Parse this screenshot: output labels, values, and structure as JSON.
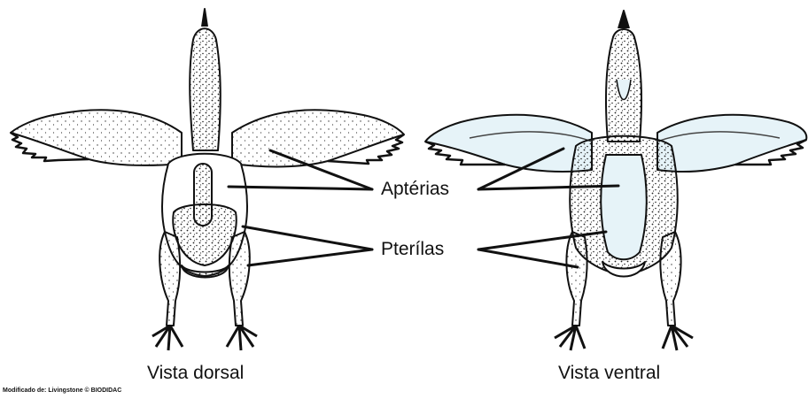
{
  "labels": {
    "apterias": "Aptérias",
    "pterilas": "Pterílas"
  },
  "captions": {
    "dorsal": "Vista dorsal",
    "ventral": "Vista ventral"
  },
  "credit": "Modificado de: Livingstone © BIODIDAC",
  "colors": {
    "ink": "#111111",
    "apteria_fill": "#e6f3f8",
    "background": "#ffffff"
  }
}
